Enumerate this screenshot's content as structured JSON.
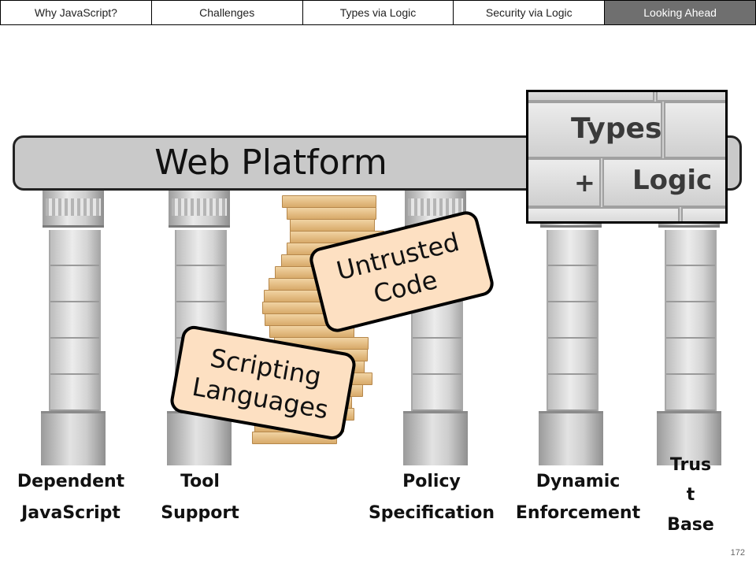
{
  "nav": {
    "tabs": [
      {
        "label": "Why JavaScript?"
      },
      {
        "label": "Challenges"
      },
      {
        "label": "Types via Logic"
      },
      {
        "label": "Security via Logic"
      },
      {
        "label": "Looking Ahead"
      }
    ],
    "active_index": 4
  },
  "platform": {
    "title": "Web Platform"
  },
  "wall": {
    "line1": "Types",
    "plus": "+",
    "line2": "Logic"
  },
  "callouts": {
    "untrusted": {
      "line1": "Untrusted",
      "line2": "Code"
    },
    "scripting": {
      "line1": "Scripting",
      "line2": "Languages"
    }
  },
  "pillar_labels": [
    {
      "line1": "Dependent",
      "line2": "JavaScript"
    },
    {
      "line1": "Tool",
      "line2": "Support"
    },
    {
      "line1": "Policy",
      "line2": "Specification"
    },
    {
      "line1": "Dynamic",
      "line2": "Enforcement"
    },
    {
      "line1": "Trus",
      "line2": "t",
      "line3": "Base"
    }
  ],
  "page_number": "172",
  "colors": {
    "active_tab": "#6f6f6f",
    "callout_fill": "#fde0c2",
    "platform_fill": "#c9c9c9"
  }
}
